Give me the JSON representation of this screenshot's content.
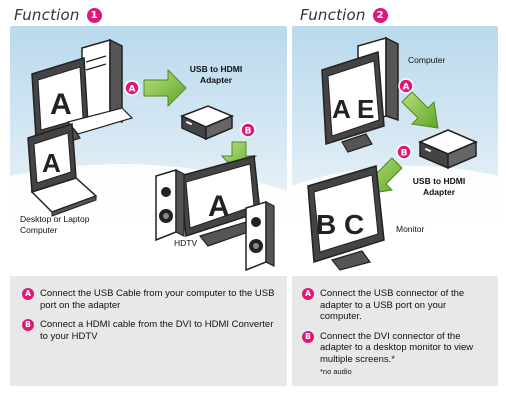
{
  "function1": {
    "title": "Function",
    "number": "1",
    "labels": {
      "usb_hdmi": "USB to HDMI Adapter",
      "desktop": "Desktop or Laptop Computer",
      "hdtv": "HDTV"
    },
    "screen_letters": {
      "desktop": "A",
      "laptop": "A",
      "tv": "A"
    },
    "steps": [
      {
        "badge": "A",
        "text": "Connect the USB Cable from your computer to the USB port on the adapter"
      },
      {
        "badge": "B",
        "text": "Connect a HDMI cable from the DVI to HDMI Converter to your HDTV"
      }
    ]
  },
  "function2": {
    "title": "Function",
    "number": "2",
    "labels": {
      "computer": "Computer",
      "usb_hdmi": "USB to HDMI Adapter",
      "monitor": "Monitor"
    },
    "screen_letters": {
      "computer": "A E",
      "monitor": "B C"
    },
    "steps": [
      {
        "badge": "A",
        "text": "Connect the USB connector of the adapter to a USB port on your computer."
      },
      {
        "badge": "B",
        "text": "Connect the DVI connector of the adapter to a desktop monitor to view multiple screens.*",
        "note": "*no audio"
      }
    ]
  },
  "colors": {
    "accent": "#e0177a",
    "arrow": "#8cc63f",
    "panel_blue": "#cfe3f0",
    "info_gray": "#e8e8e8"
  }
}
